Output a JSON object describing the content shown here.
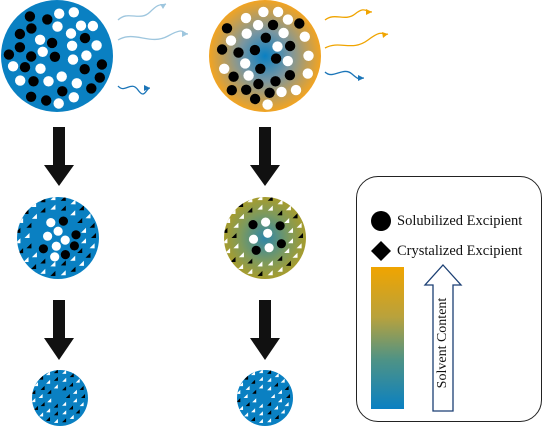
{
  "legend": {
    "solubilized_label": "Solubilized Excipient",
    "crystalized_label": "Crystalized Excipient",
    "solvent_label": "Solvent Content"
  },
  "colors": {
    "blue": "#0a80c2",
    "orange": "#f0a400",
    "olive": "#8c9a4a",
    "excipient": "#000000",
    "solvent_dot": "#ffffff",
    "process_arrow": "#111111"
  }
}
